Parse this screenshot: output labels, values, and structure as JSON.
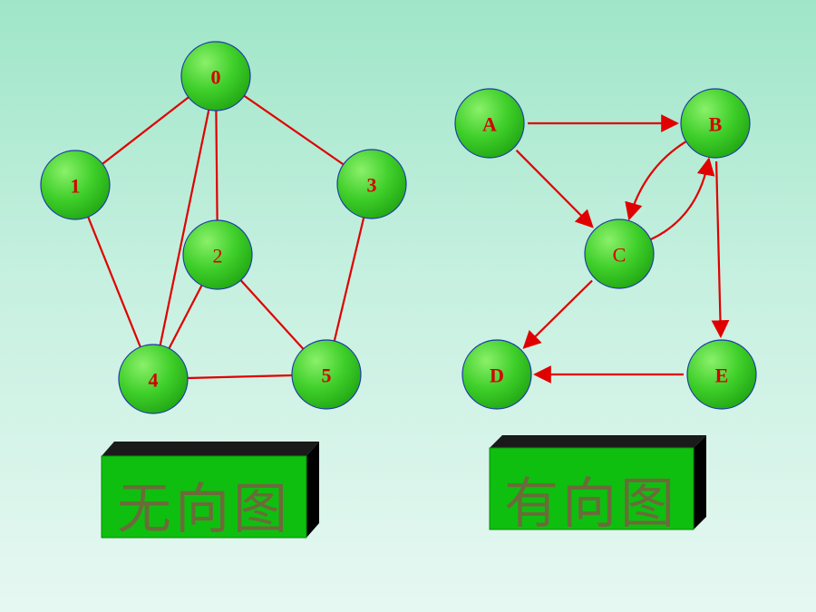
{
  "undirected": {
    "label": "无向图",
    "nodes": [
      {
        "id": "0",
        "label": "0"
      },
      {
        "id": "1",
        "label": "1"
      },
      {
        "id": "2",
        "label": "2"
      },
      {
        "id": "3",
        "label": "3"
      },
      {
        "id": "4",
        "label": "4"
      },
      {
        "id": "5",
        "label": "5"
      }
    ],
    "edges": [
      [
        "0",
        "1"
      ],
      [
        "0",
        "2"
      ],
      [
        "0",
        "3"
      ],
      [
        "0",
        "4"
      ],
      [
        "1",
        "4"
      ],
      [
        "2",
        "4"
      ],
      [
        "2",
        "5"
      ],
      [
        "3",
        "5"
      ],
      [
        "4",
        "5"
      ]
    ]
  },
  "directed": {
    "label": "有向图",
    "nodes": [
      {
        "id": "A",
        "label": "A"
      },
      {
        "id": "B",
        "label": "B"
      },
      {
        "id": "C",
        "label": "C"
      },
      {
        "id": "D",
        "label": "D"
      },
      {
        "id": "E",
        "label": "E"
      }
    ],
    "edges": [
      [
        "A",
        "B"
      ],
      [
        "A",
        "C"
      ],
      [
        "B",
        "C"
      ],
      [
        "C",
        "B"
      ],
      [
        "B",
        "E"
      ],
      [
        "C",
        "D"
      ],
      [
        "E",
        "D"
      ]
    ]
  },
  "colors": {
    "node_fill": "#3fcf2a",
    "node_stroke": "#1c3ca8",
    "edge": "#e00000",
    "label": "#d40000",
    "box_front": "#0fbf0f",
    "box_shadow": "#000000",
    "box_text": "#6b6b3a"
  }
}
